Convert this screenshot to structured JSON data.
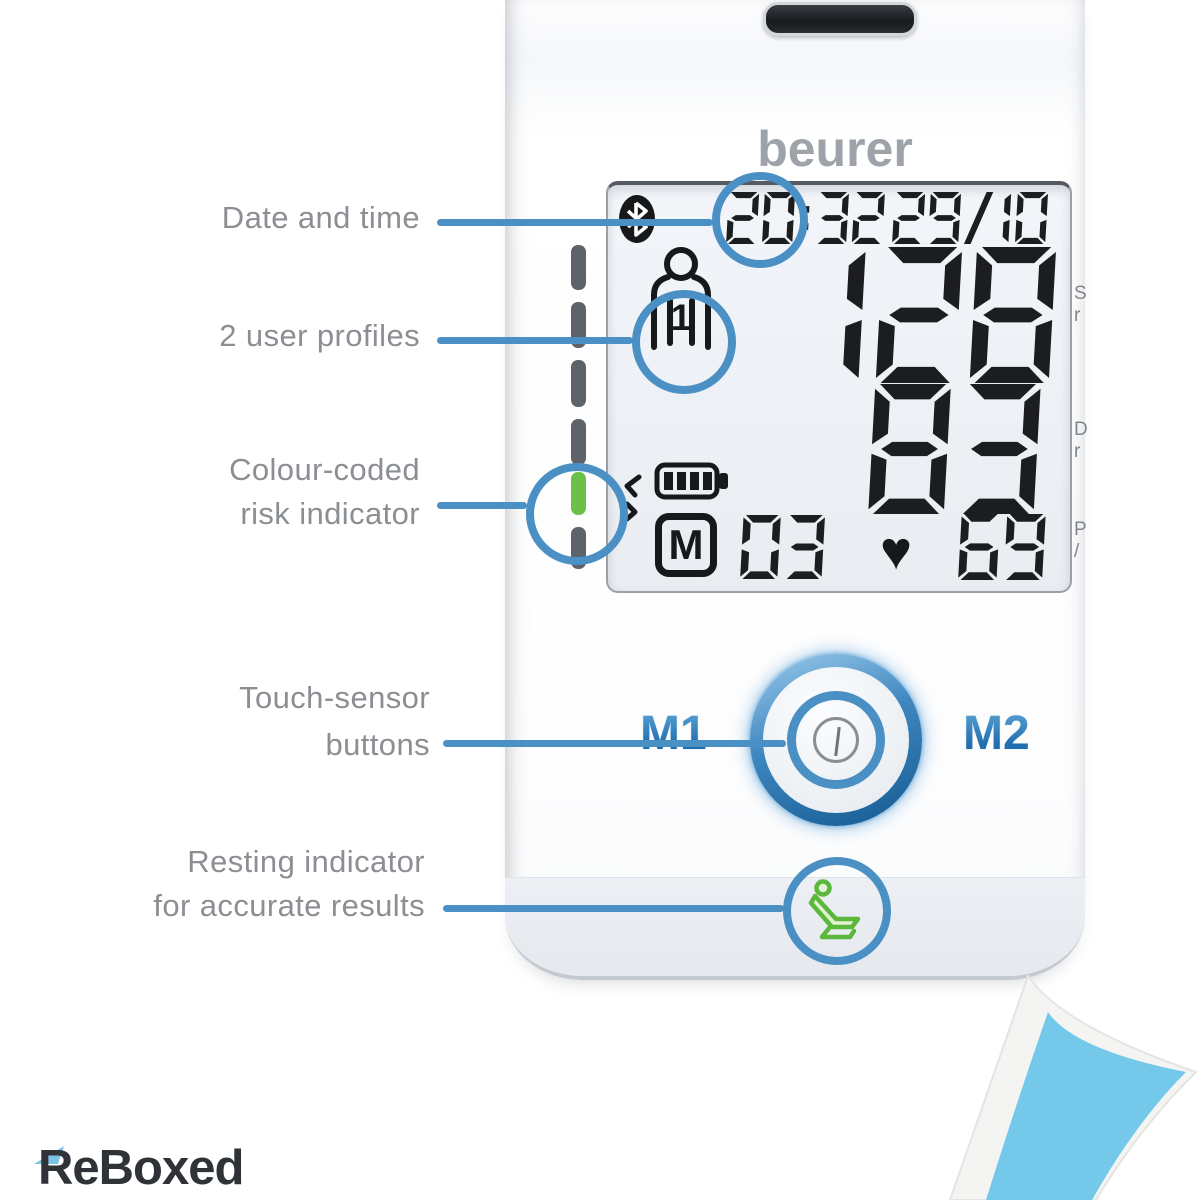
{
  "device": {
    "brand_logo": "beurer",
    "lcd": {
      "time": "20:32",
      "date": "29/10",
      "systolic": "128",
      "diastolic": "83",
      "memory_symbol": "M",
      "memory_count": "03",
      "pulse": "69",
      "user_profile_number": "1",
      "heart_icon": "♥"
    },
    "side_label_fragments": [
      {
        "line1": "S",
        "line2": "r"
      },
      {
        "line1": "D",
        "line2": "r"
      },
      {
        "line1": "P",
        "line2": "/"
      }
    ],
    "buttons": {
      "m1": "M1",
      "m2": "M2"
    }
  },
  "callouts": [
    {
      "lines": [
        "Date and time"
      ]
    },
    {
      "lines": [
        "2 user profiles"
      ]
    },
    {
      "lines": [
        "Colour-coded",
        "risk indicator"
      ]
    },
    {
      "lines": [
        "Touch-sensor",
        "buttons"
      ]
    },
    {
      "lines": [
        "Resting indicator",
        "for accurate results"
      ]
    }
  ],
  "watermark": {
    "brand": "ReBoxed"
  },
  "colors": {
    "annotation_blue": "#4a90c4",
    "m_label_blue": "#1d7dc2",
    "risk_green": "#6cbf47",
    "resting_green": "#5cb83c",
    "curl_blue": "#74c8ea",
    "digit_black": "#1c1d1f"
  }
}
